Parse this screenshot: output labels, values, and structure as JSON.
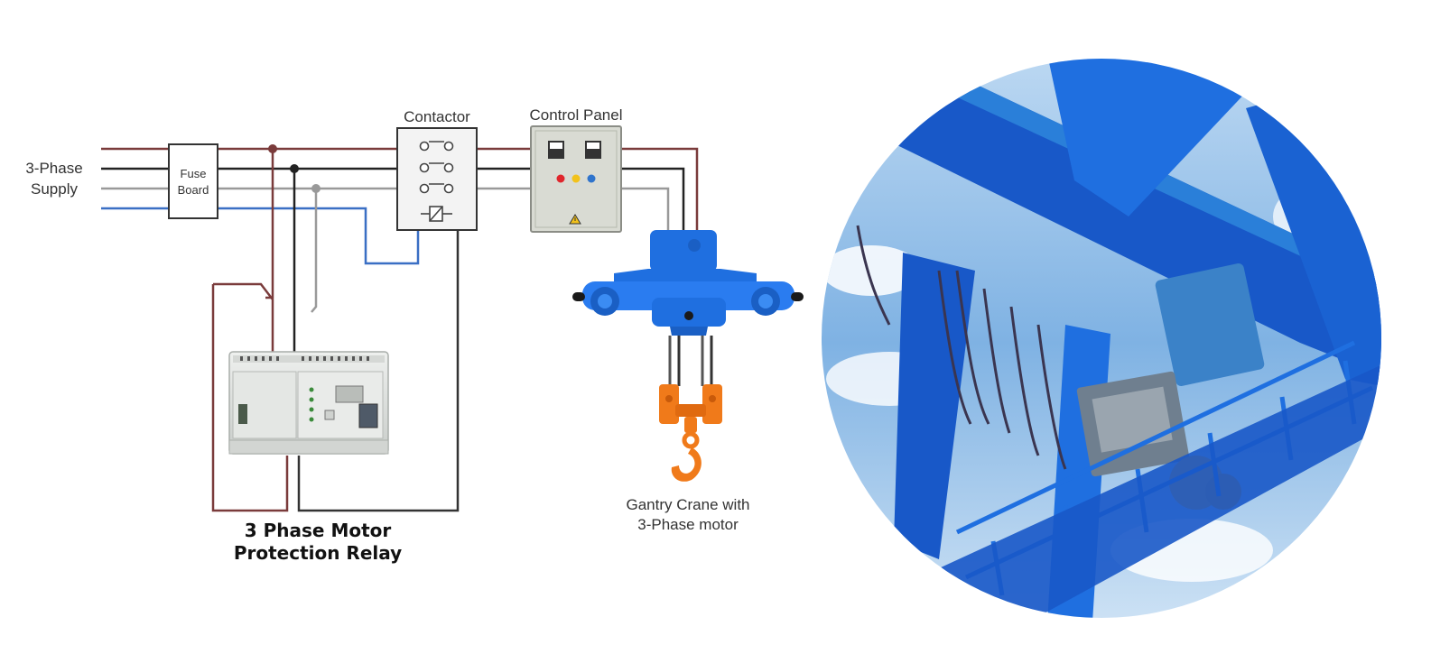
{
  "labels": {
    "supply_line1": "3-Phase",
    "supply_line2": "Supply",
    "fuse_line1": "Fuse",
    "fuse_line2": "Board",
    "contactor": "Contactor",
    "control_panel": "Control Panel",
    "crane_line1": "Gantry Crane with",
    "crane_line2": "3-Phase motor",
    "relay_line1": "3 Phase Motor",
    "relay_line2": "Protection Relay"
  },
  "colors": {
    "wire_brown": "#7a3b3b",
    "wire_black": "#222222",
    "wire_grey": "#999999",
    "wire_blue": "#3a6fc4",
    "crane_blue": "#1f6fe0",
    "hook_orange": "#f07a1a",
    "sky_blue": "#2a7fd9",
    "steel_blue": "#1858c8",
    "panel_grey": "#d9dbd3"
  },
  "icons": {
    "crane": "gantry-crane-trolley-icon",
    "hook": "crane-hook-icon",
    "relay": "din-rail-relay-icon",
    "warning": "warning-triangle-icon"
  }
}
